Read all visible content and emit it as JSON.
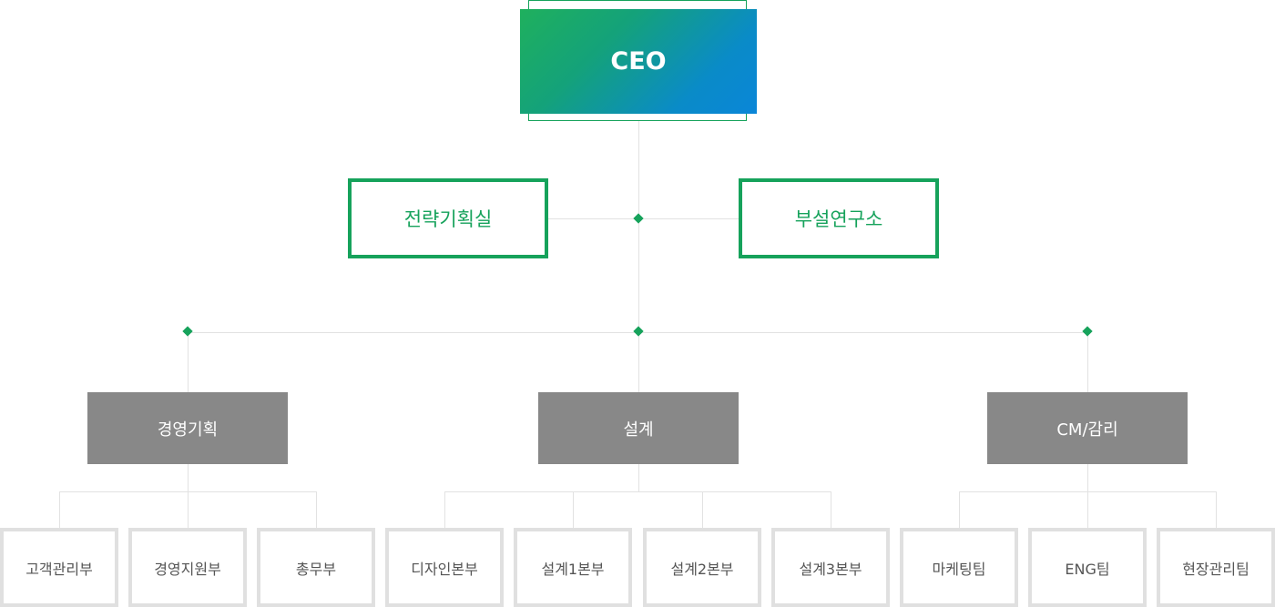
{
  "ceo": {
    "label": "CEO"
  },
  "staff": [
    {
      "label": "전략기획실"
    },
    {
      "label": "부설연구소"
    }
  ],
  "divisions": [
    {
      "label": "경영기획",
      "teams": [
        "고객관리부",
        "경영지원부",
        "총무부"
      ]
    },
    {
      "label": "설계",
      "teams": [
        "디자인본부",
        "설계1본부",
        "설계2본부",
        "설계3본부"
      ]
    },
    {
      "label": "CM/감리",
      "teams": [
        "마케팅팀",
        "ENG팀",
        "현장관리팀"
      ]
    }
  ],
  "colors": {
    "accent": "#16a25b",
    "division_bg": "#888888",
    "team_border": "#e0e0e0",
    "connector": "#e2e2e2"
  }
}
